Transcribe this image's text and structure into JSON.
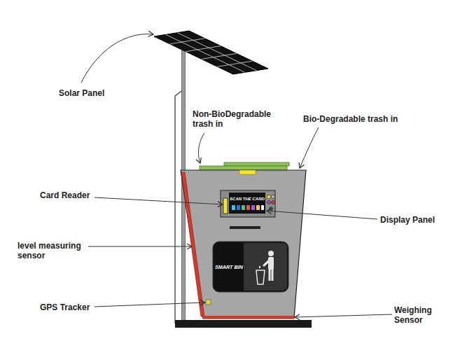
{
  "diagram": {
    "nodes": [
      {
        "text": [
          "SCAN THE CARD"
        ]
      },
      {
        "text": [
          "SMART BIN"
        ]
      }
    ],
    "labels": [
      "Solar Panel",
      "Non-BioDegradable trash in",
      "Bio-Degradable trash in",
      "Card Reader",
      "Display Panel",
      "level measuring sensor",
      "GPS Tracker",
      "Weighing Sensor"
    ]
  }
}
